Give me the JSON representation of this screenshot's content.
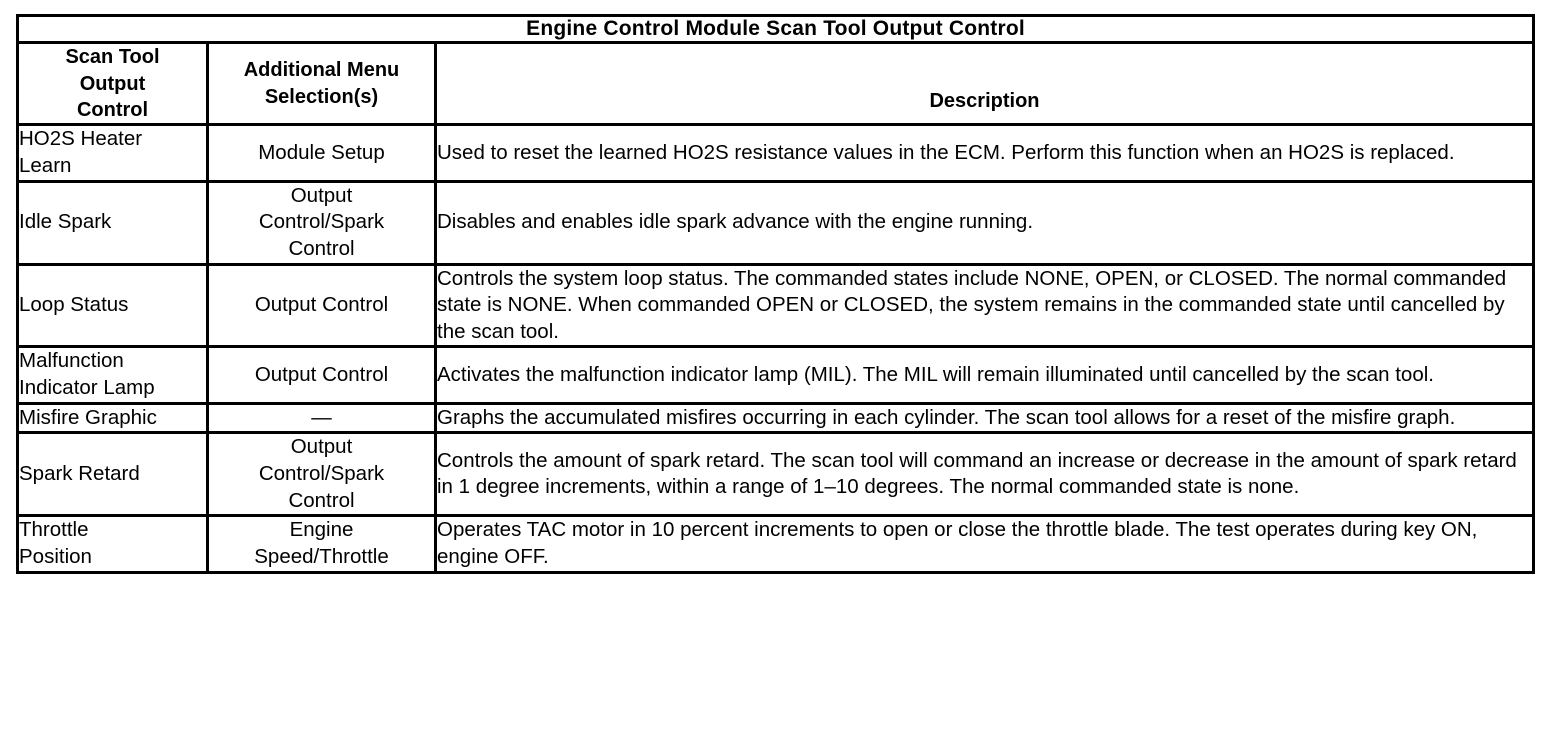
{
  "table": {
    "title": "Engine Control Module Scan Tool Output Control",
    "columns": [
      {
        "id": "control",
        "header": "Scan Tool Output Control",
        "header_lines": [
          "Scan Tool",
          "Output",
          "Control"
        ]
      },
      {
        "id": "menu",
        "header": "Additional Menu Selection(s)",
        "header_lines": [
          "Additional Menu",
          "Selection(s)"
        ]
      },
      {
        "id": "description",
        "header": "Description",
        "header_lines": [
          "Description"
        ]
      }
    ],
    "rows": [
      {
        "control": "HO2S Heater Learn",
        "control_lines": [
          "HO2S Heater",
          "Learn"
        ],
        "menu": "Module Setup",
        "menu_lines": [
          "Module Setup"
        ],
        "description": "Used to reset the learned HO2S resistance values in the ECM. Perform this function when an HO2S is replaced."
      },
      {
        "control": "Idle Spark",
        "control_lines": [
          "Idle Spark"
        ],
        "menu": "Output Control/Spark Control",
        "menu_lines": [
          "Output",
          "Control/Spark",
          "Control"
        ],
        "description": "Disables and enables idle spark advance with the engine running."
      },
      {
        "control": "Loop Status",
        "control_lines": [
          "Loop Status"
        ],
        "menu": "Output Control",
        "menu_lines": [
          "Output Control"
        ],
        "description": "Controls the system loop status. The commanded states include NONE, OPEN, or CLOSED. The normal commanded state is NONE. When commanded OPEN or CLOSED, the system remains in the commanded state until cancelled by the scan tool."
      },
      {
        "control": "Malfunction Indicator Lamp",
        "control_lines": [
          "Malfunction",
          "Indicator Lamp"
        ],
        "menu": "Output Control",
        "menu_lines": [
          "Output Control"
        ],
        "description": "Activates the malfunction indicator lamp (MIL). The MIL will remain illuminated until cancelled by the scan tool."
      },
      {
        "control": "Misfire Graphic",
        "control_lines": [
          "Misfire Graphic"
        ],
        "menu": "—",
        "menu_lines": [
          "—"
        ],
        "description": "Graphs the accumulated misfires occurring in each cylinder. The scan tool allows for a reset of the misfire graph."
      },
      {
        "control": "Spark Retard",
        "control_lines": [
          "Spark Retard"
        ],
        "menu": "Output Control/Spark Control",
        "menu_lines": [
          "Output",
          "Control/Spark",
          "Control"
        ],
        "description": "Controls the amount of spark retard. The scan tool will command an increase or decrease in the amount of spark retard in 1 degree increments, within a range of 1–10 degrees. The normal commanded state is none."
      },
      {
        "control": "Throttle Position",
        "control_lines": [
          "Throttle",
          "Position"
        ],
        "menu": "Engine Speed/Throttle",
        "menu_lines": [
          "Engine",
          "Speed/Throttle"
        ],
        "description": "Operates TAC motor in 10 percent increments to open or close the throttle blade. The test operates during key ON, engine OFF."
      }
    ]
  },
  "colors": {
    "border": "#000000",
    "text": "#000000",
    "background": "#ffffff"
  }
}
